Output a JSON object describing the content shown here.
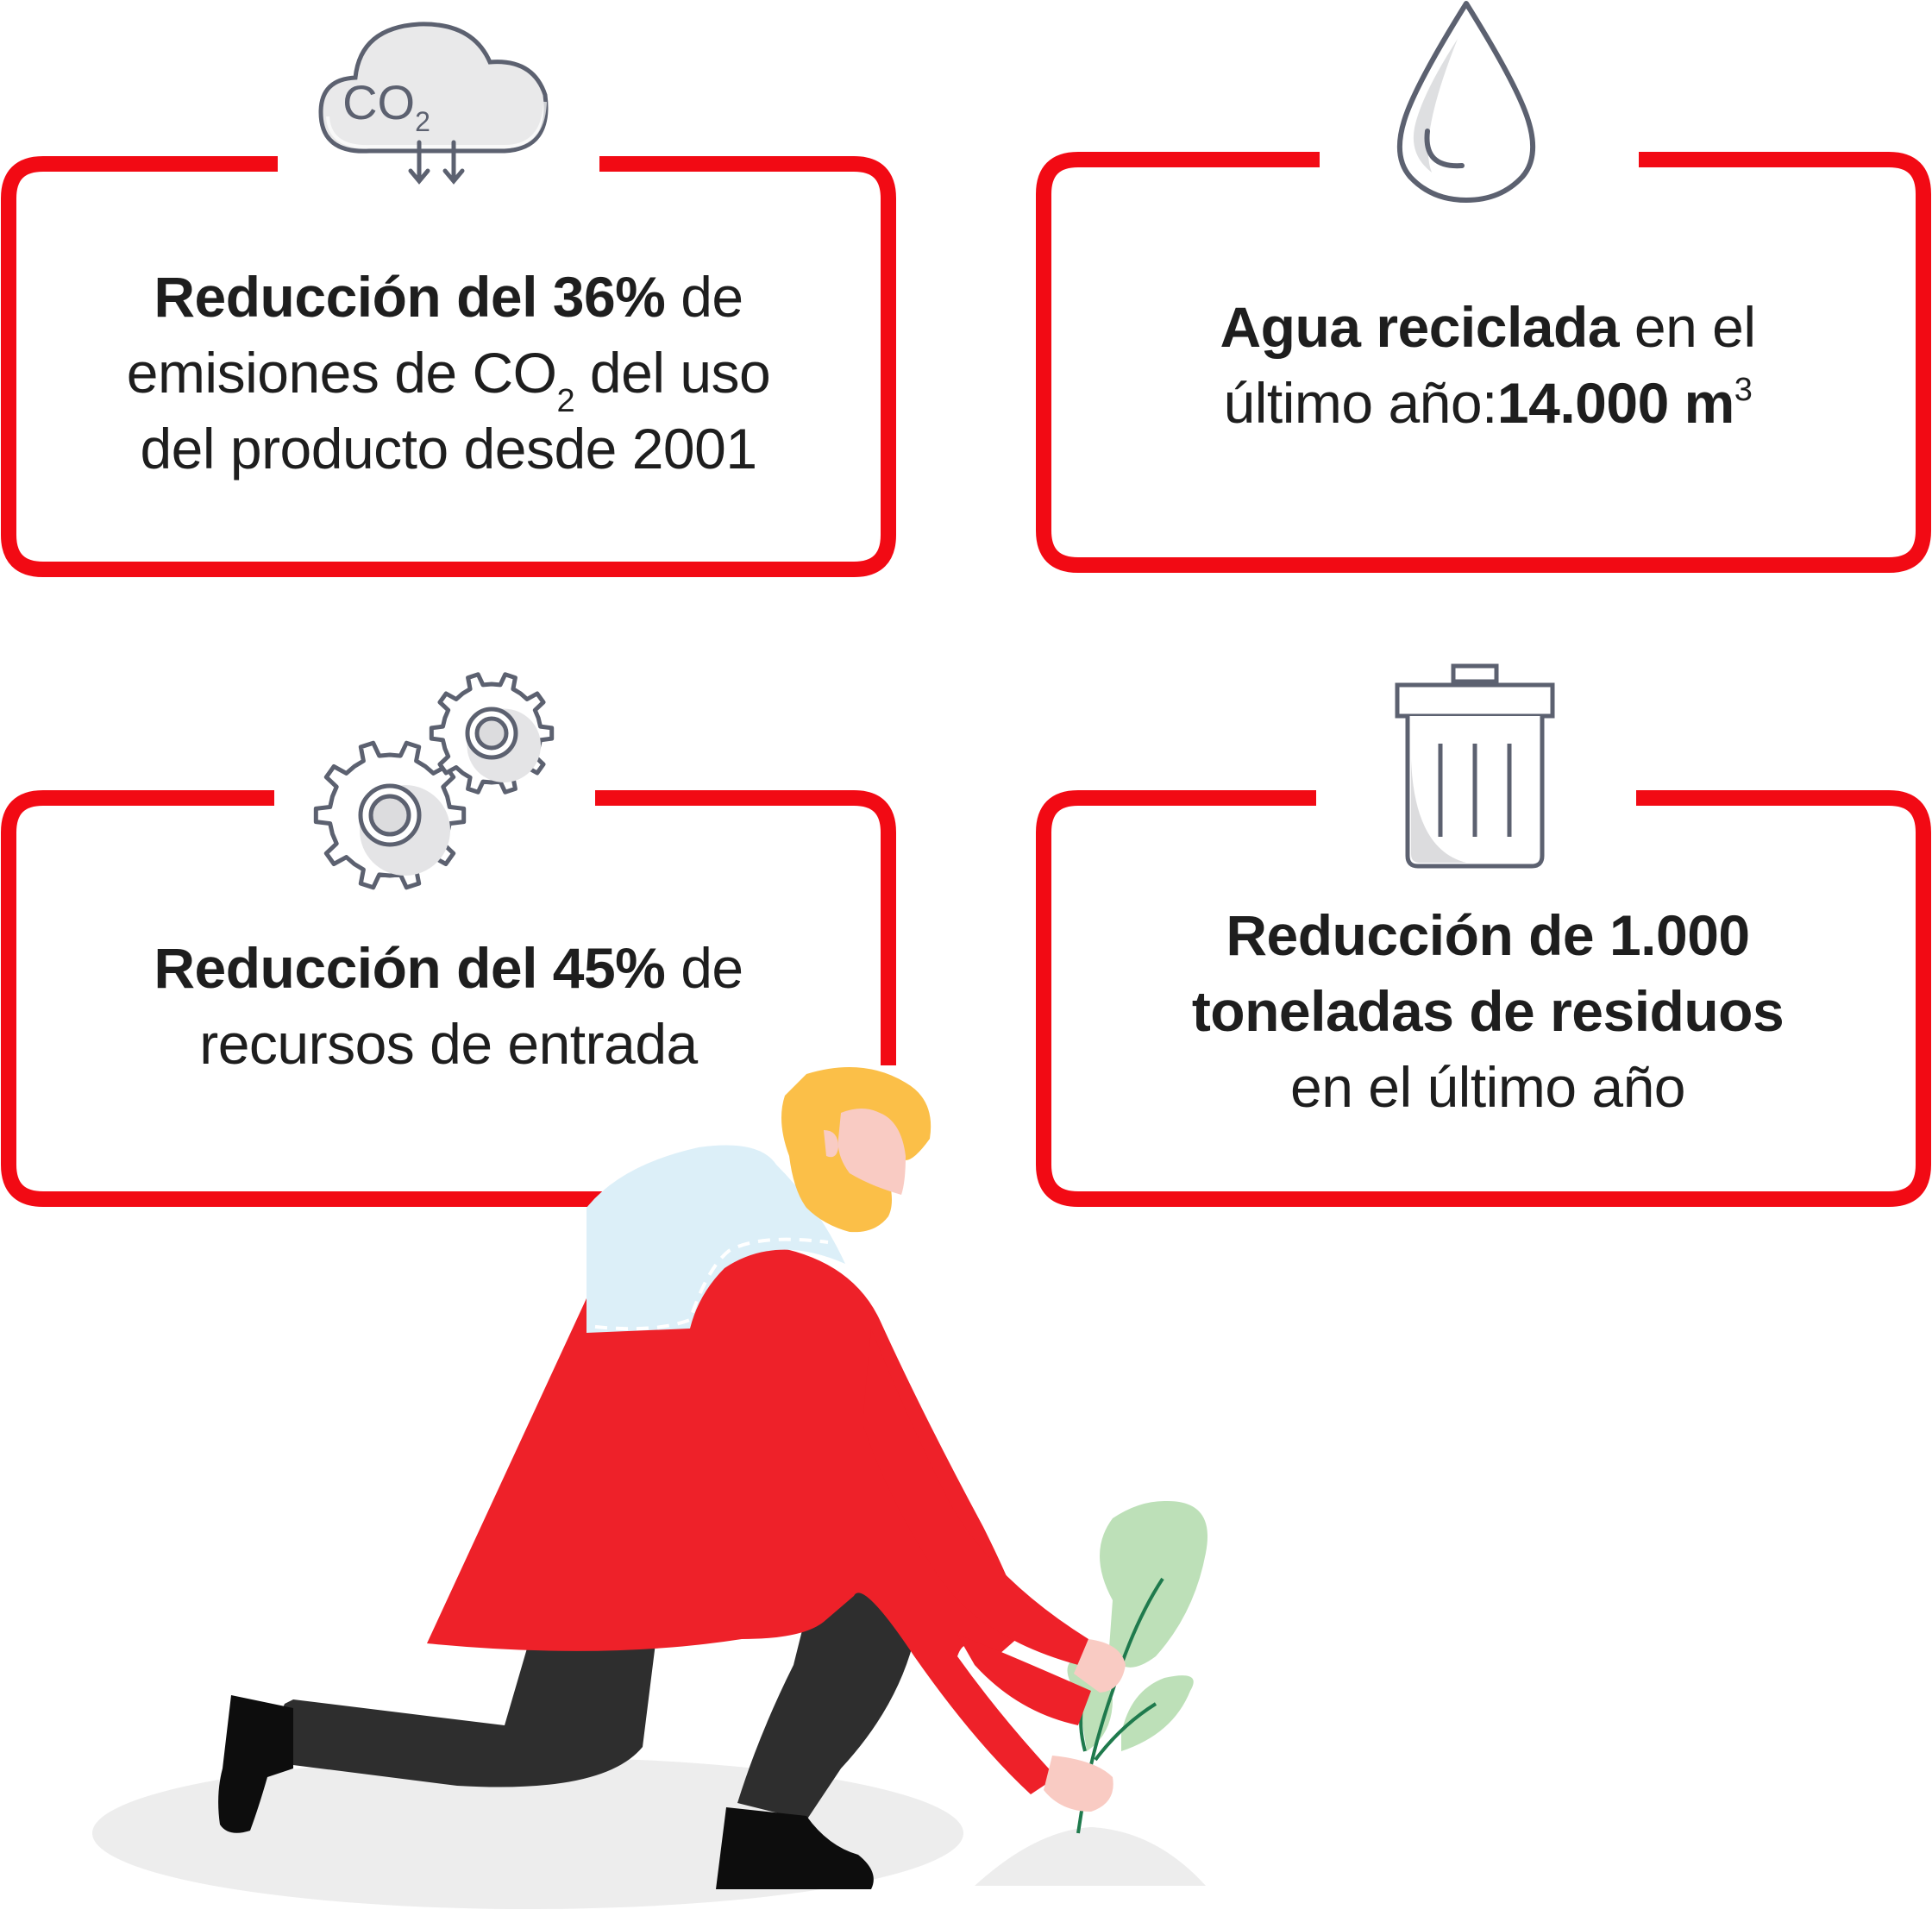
{
  "icons": {
    "card1": "co2-cloud-icon",
    "card2": "water-drop-icon",
    "card3": "gears-icon",
    "card4": "trash-can-icon"
  },
  "cards": [
    {
      "bold1": "Reducción del 36%",
      "rest1": " de",
      "line2a": "emisiones de CO",
      "line2sub": "2",
      "line2b": " del uso",
      "line3": "del producto desde 2001"
    },
    {
      "bold1": "Agua reciclada",
      "rest1": " en el",
      "line2a": "último año:",
      "line2bold": "14.000 m",
      "line2sup": "3"
    },
    {
      "bold1": "Reducción del 45%",
      "rest1": " de",
      "line2": "recursos de entrada"
    },
    {
      "line1": "Reducción de 1.000",
      "line2": "toneladas de residuos",
      "line3": "en el último año"
    }
  ],
  "icon_label": "CO",
  "icon_label_sub": "2",
  "colors": {
    "frame_red": "#f20a14",
    "icon_gray": "#5c6170",
    "jacket_red": "#ee2129",
    "hair": "#fbbf48",
    "skin": "#f9cbc3",
    "pants": "#2e2e2e",
    "leaf": "#bde0b8",
    "collar": "#dceff8"
  }
}
